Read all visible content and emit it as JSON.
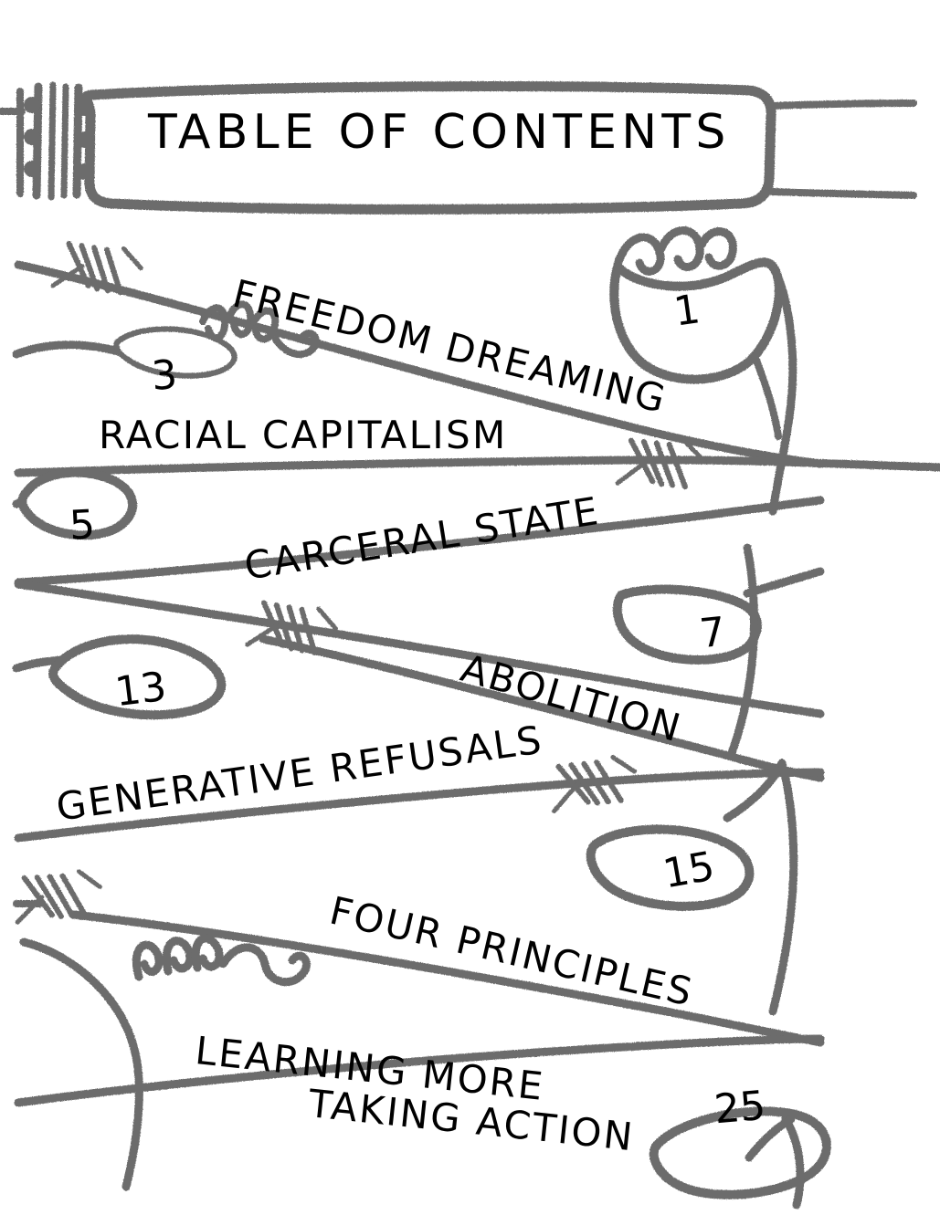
{
  "document": {
    "title": "TABLE OF CONTENTS",
    "kind": "hand-drawn zine table of contents",
    "ink_color": "#6c6c6c",
    "text_color": "#000000",
    "background_color": "#ffffff"
  },
  "banner": {
    "title": "TABLE OF CONTENTS",
    "clasp_icon": "barbed-wire-clasp-icon"
  },
  "entries": [
    {
      "title": "FREEDOM DREAMING",
      "page": "1",
      "leaf_side": "right",
      "rotation": 14
    },
    {
      "title": "RACIAL CAPITALISM",
      "page": "3",
      "leaf_side": "left",
      "rotation": 0
    },
    {
      "title": "CARCERAL STATE",
      "page": "5",
      "leaf_side": "left",
      "rotation": -9
    },
    {
      "title": "ABOLITION",
      "page": "7",
      "leaf_side": "right",
      "rotation": 16
    },
    {
      "title": "GENERATIVE REFUSALS",
      "page": "13",
      "leaf_side": "left",
      "rotation": -8
    },
    {
      "title": "FOUR PRINCIPLES",
      "page": "15",
      "leaf_side": "right",
      "rotation": 13
    },
    {
      "title": "LEARNING MORE",
      "page": "25",
      "leaf_side": "right",
      "rotation": 6
    },
    {
      "title": "TAKING ACTION",
      "page": "",
      "leaf_side": "none",
      "rotation": 6
    }
  ],
  "page_numbers": [
    "1",
    "3",
    "5",
    "7",
    "13",
    "15",
    "25"
  ],
  "decorations": {
    "barbed_wire": "barbed-wire-icon",
    "leaf": "leaf-icon",
    "tendril": "curly-tendril-icon",
    "vine": "vine-stem-icon"
  }
}
